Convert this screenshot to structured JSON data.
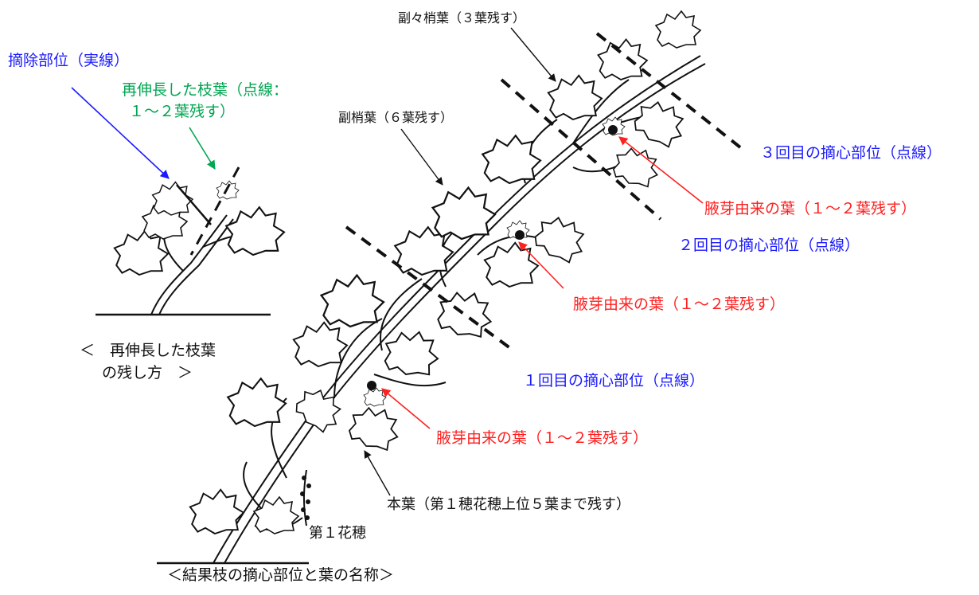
{
  "labels": {
    "removal_area": "摘除部位（実線）",
    "regrowth_leaf_line1": "再伸長した枝葉（点線：",
    "regrowth_leaf_line2": "１～２葉残す）",
    "regrowth_caption_line1": "＜　再伸長した枝葉",
    "regrowth_caption_line2": "の残し方　＞",
    "secondary_lateral_leaf": "副々梢葉（３葉残す）",
    "lateral_leaf": "副梢葉（６葉残す）",
    "pinch_3": "３回目の摘心部位（点線）",
    "axillary_1": "腋芽由来の葉（１～２葉残す）",
    "pinch_2": "２回目の摘心部位（点線）",
    "axillary_2": "腋芽由来の葉（１～２葉残す）",
    "pinch_1": "１回目の摘心部位（点線）",
    "axillary_3": "腋芽由来の葉（１～２葉残す）",
    "main_leaf": "本葉（第１穂花穂上位５葉まで残す）",
    "first_cluster": "第１花穂",
    "main_caption": "＜結果枝の摘心部位と葉の名称＞"
  },
  "colors": {
    "blue": "#1a1aff",
    "green": "#00a651",
    "red": "#ff2020",
    "black": "#111111"
  }
}
